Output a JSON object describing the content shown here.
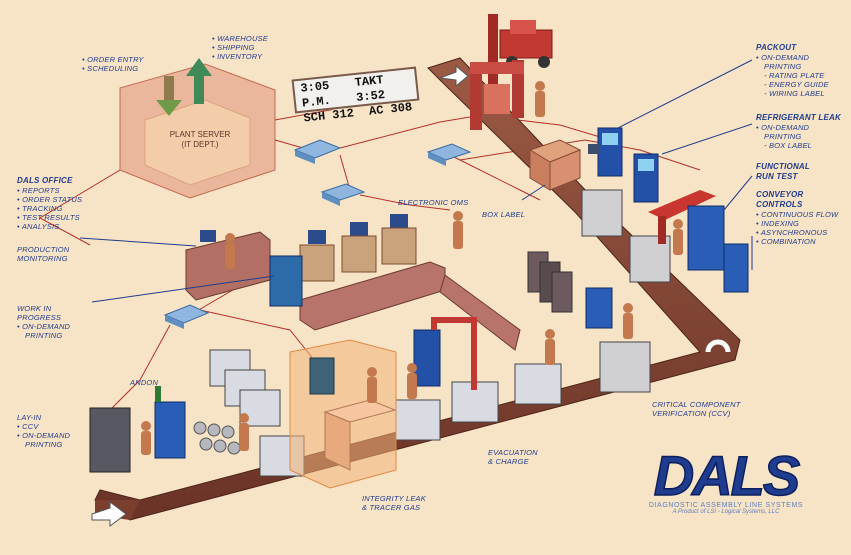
{
  "order_entry": [
    "ORDER ENTRY",
    "SCHEDULING"
  ],
  "warehouse": [
    "WAREHOUSE",
    "SHIPPING",
    "INVENTORY"
  ],
  "plant_server": [
    "PLANT SERVER",
    "(IT DEPT.)"
  ],
  "takt_sign": {
    "time": "3:05 P.M.",
    "takt": "TAKT 3:52",
    "sch": "SCH 312",
    "ac": "AC 308"
  },
  "dals_office": {
    "title": "DALS OFFICE",
    "items": [
      "REPORTS",
      "ORDER STATUS",
      "TRACKING",
      "TEST RESULTS",
      "ANALYSIS"
    ]
  },
  "electronic_oms": "ELECTRONIC OMS",
  "box_label": "BOX LABEL",
  "production_monitoring": [
    "PRODUCTION",
    "MONITORING"
  ],
  "work_in_progress": {
    "title": [
      "WORK IN",
      "PROGRESS"
    ],
    "items": [
      "ON-DEMAND",
      "PRINTING"
    ]
  },
  "andon": "ANDON",
  "lay_in": {
    "title": "LAY-IN",
    "items": [
      "CCV",
      "ON-DEMAND",
      "PRINTING"
    ]
  },
  "packout": {
    "title": "PACKOUT",
    "items": [
      "ON-DEMAND",
      "PRINTING"
    ],
    "subitems": [
      "RATING PLATE",
      "ENERGY GUIDE",
      "WIRING LABEL"
    ]
  },
  "refrigerant_leak": {
    "title": "REFRIGERANT LEAK",
    "items": [
      "ON-DEMAND",
      "PRINTING"
    ],
    "subitems": [
      "BOX LABEL"
    ]
  },
  "functional_run_test": [
    "FUNCTIONAL",
    "RUN TEST"
  ],
  "conveyor_controls": {
    "title": [
      "CONVEYOR",
      "CONTROLS"
    ],
    "items": [
      "CONTINUOUS FLOW",
      "INDEXING",
      "ASYNCHRONOUS",
      "COMBINATION"
    ]
  },
  "ccv": [
    "CRITICAL COMPONENT",
    "VERIFICATION (CCV)"
  ],
  "evacuation": [
    "EVACUATION",
    "& CHARGE"
  ],
  "integrity_leak": [
    "INTEGRITY LEAK",
    "& TRACER GAS"
  ],
  "logo": {
    "name": "DALS",
    "tagline": "DIAGNOSTIC ASSEMBLY LINE SYSTEMS",
    "credit": "A Product of LSI - Logical Systems, LLC"
  },
  "colors": {
    "background": "#f7e3c6",
    "label_blue": "#1f3c8e",
    "conveyor": "#7b3f2e",
    "network_line": "#b5302a"
  }
}
